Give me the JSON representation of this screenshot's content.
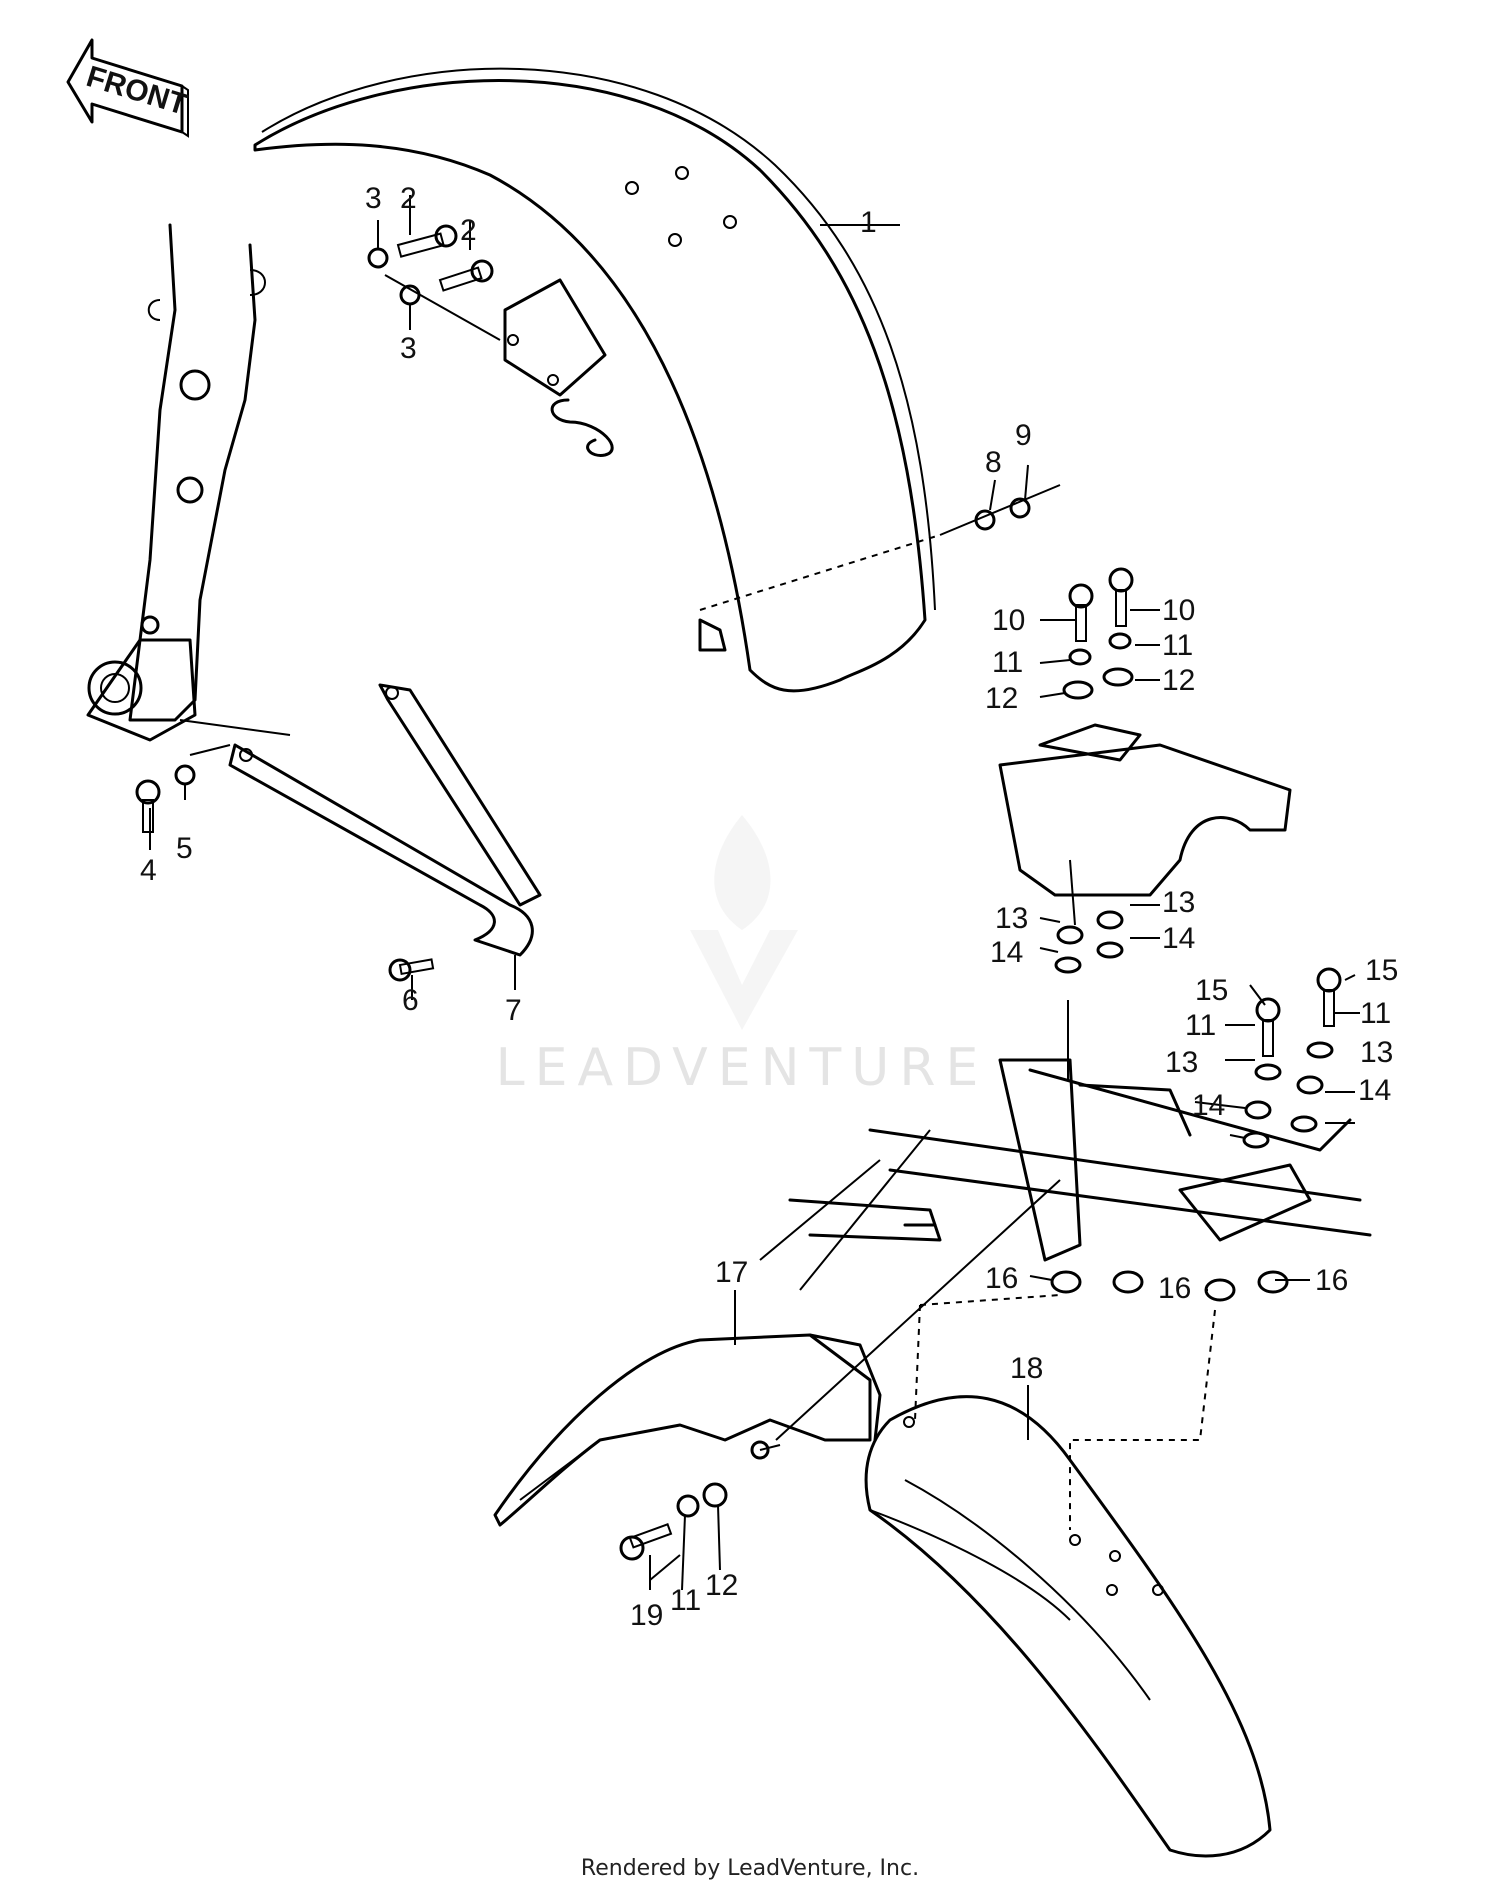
{
  "direction_label": "FRONT",
  "watermark": "LEADVENTURE",
  "footer": "Rendered by LeadVenture, Inc.",
  "callouts": [
    {
      "label": "1"
    },
    {
      "label": "2"
    },
    {
      "label": "2"
    },
    {
      "label": "3"
    },
    {
      "label": "3"
    },
    {
      "label": "4"
    },
    {
      "label": "5"
    },
    {
      "label": "6"
    },
    {
      "label": "7"
    },
    {
      "label": "8"
    },
    {
      "label": "9"
    },
    {
      "label": "10"
    },
    {
      "label": "10"
    },
    {
      "label": "11"
    },
    {
      "label": "11"
    },
    {
      "label": "12"
    },
    {
      "label": "12"
    },
    {
      "label": "13"
    },
    {
      "label": "13"
    },
    {
      "label": "14"
    },
    {
      "label": "14"
    },
    {
      "label": "15"
    },
    {
      "label": "15"
    },
    {
      "label": "11"
    },
    {
      "label": "11"
    },
    {
      "label": "13"
    },
    {
      "label": "13"
    },
    {
      "label": "14"
    },
    {
      "label": "14"
    },
    {
      "label": "16"
    },
    {
      "label": "16"
    },
    {
      "label": "16"
    },
    {
      "label": "17"
    },
    {
      "label": "18"
    },
    {
      "label": "19"
    },
    {
      "label": "11"
    },
    {
      "label": "12"
    }
  ]
}
